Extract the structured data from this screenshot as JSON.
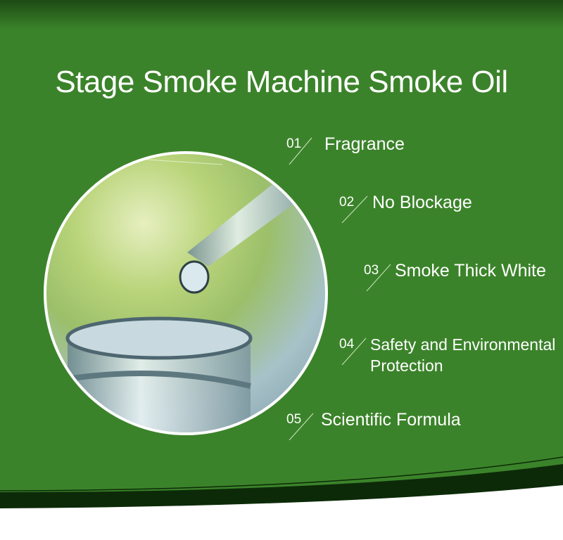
{
  "title": "Stage Smoke Machine Smoke Oil",
  "features": [
    {
      "num": "01",
      "label": "Fragrance"
    },
    {
      "num": "02",
      "label": "No Blockage"
    },
    {
      "num": "03",
      "label": "Smoke Thick White"
    },
    {
      "num": "04",
      "label": "Safety and Environmental Protection"
    },
    {
      "num": "05",
      "label": "Scientific Formula"
    }
  ],
  "colors": {
    "green": "#3b832a",
    "dark": "#0c2a08"
  }
}
